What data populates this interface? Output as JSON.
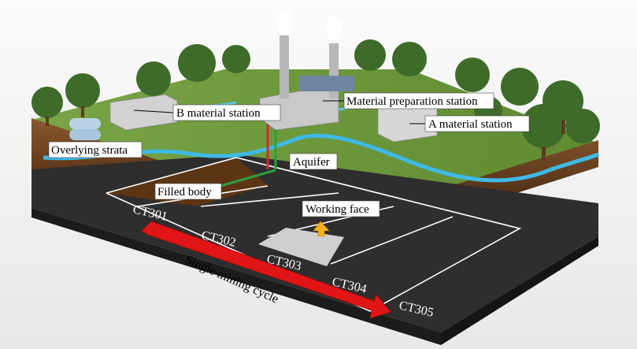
{
  "labels": {
    "b_station": "B material station",
    "material_prep": "Material preparation station",
    "a_station": "A material station",
    "overlying_strata": "Overlying strata",
    "aquifer": "Aquifer",
    "filled_body": "Filled body",
    "working_face": "Working face"
  },
  "panels": [
    "CT301",
    "CT302",
    "CT303",
    "CT304",
    "CT305"
  ],
  "cycle_label": "Single mining cycle",
  "colors": {
    "grass": "#6f9a3c",
    "water": "#3fb9e6",
    "rock": "#2b2b2b",
    "filled": "#7a4a20",
    "arrow": "#e01515",
    "pointer": "#f5b21a"
  }
}
